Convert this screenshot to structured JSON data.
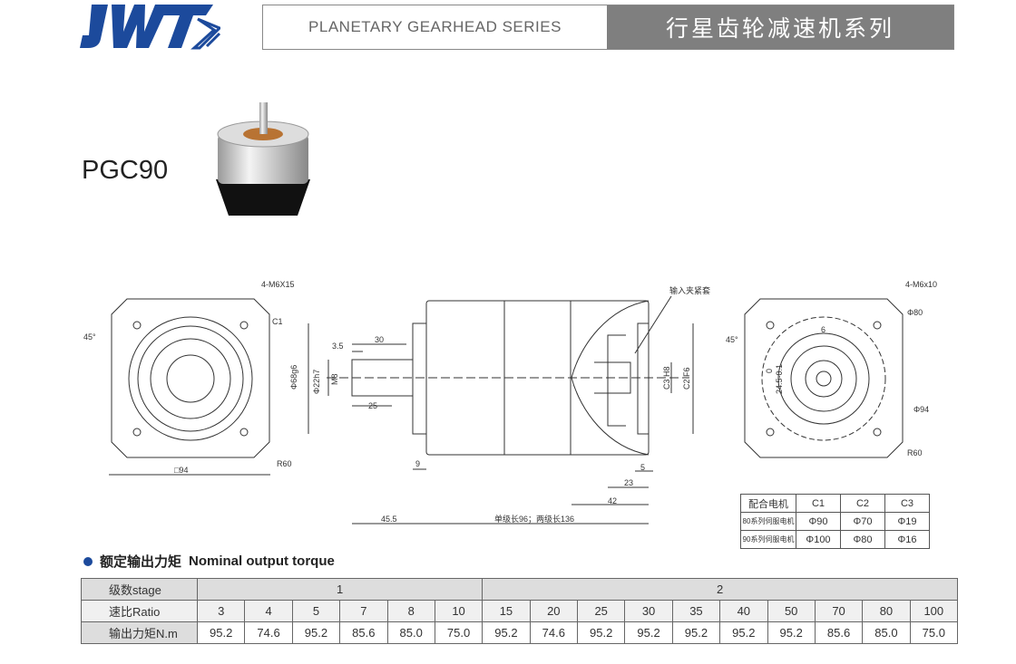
{
  "brand": {
    "logo_text": "JWT",
    "color": "#1c4a9c"
  },
  "header": {
    "title_en": "PLANETARY GEARHEAD SERIES",
    "title_cn": "行星齿轮减速机系列"
  },
  "model": "PGC90",
  "drawing": {
    "front": {
      "holes": "4-M6X15",
      "angle": "45°",
      "c1": "C1",
      "square": "□94",
      "radius": "R60"
    },
    "side": {
      "d68": "Φ68g6",
      "d22": "Φ22h7",
      "m8": "M8",
      "l35": "3.5",
      "l30": "30",
      "l25": "25",
      "l9": "9",
      "l455": "45.5",
      "length": "单级长96；两级长136",
      "clamp": "输入夹紧套",
      "c3": "C3 H8",
      "c2": "C2 F6",
      "l5": "5",
      "l23": "23",
      "l42": "42"
    },
    "back": {
      "holes": "4-M6x10",
      "angle": "45°",
      "d80": "Φ80",
      "d6": "6",
      "d245": "24.5-0.1",
      "zero": "0",
      "d94": "Φ94",
      "radius": "R60"
    }
  },
  "motor_table": {
    "headers": [
      "配合电机",
      "C1",
      "C2",
      "C3"
    ],
    "rows": [
      [
        "80系列伺服电机",
        "Φ90",
        "Φ70",
        "Φ19"
      ],
      [
        "90系列伺服电机",
        "Φ100",
        "Φ80",
        "Φ16"
      ]
    ]
  },
  "torque": {
    "bullet_color": "#1c4a9c",
    "title_cn": "额定输出力矩",
    "title_en": "Nominal output torque",
    "stage_label": "级数stage",
    "ratio_label": "速比Ratio",
    "torque_label": "输出力矩N.m",
    "stages": [
      "1",
      "2"
    ],
    "ratios": [
      "3",
      "4",
      "5",
      "7",
      "8",
      "10",
      "15",
      "20",
      "25",
      "30",
      "35",
      "40",
      "50",
      "70",
      "80",
      "100"
    ],
    "torques": [
      "95.2",
      "74.6",
      "95.2",
      "85.6",
      "85.0",
      "75.0",
      "95.2",
      "74.6",
      "95.2",
      "95.2",
      "95.2",
      "95.2",
      "95.2",
      "85.6",
      "85.0",
      "75.0"
    ]
  }
}
